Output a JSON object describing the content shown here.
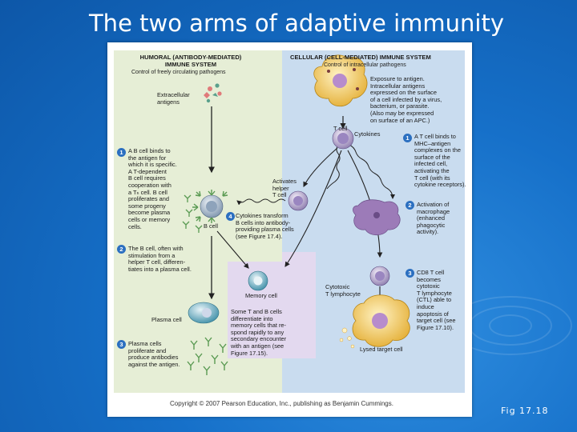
{
  "slide": {
    "title": "The two arms of adaptive immunity",
    "fig_label": "Fig 17.18"
  },
  "colors": {
    "background": "#1670c9",
    "humoral_panel": "#e6eed6",
    "cellular_panel": "#c9dcef",
    "memory_box": "#e3d9ef",
    "step_badge": "#2b6fc0"
  },
  "humoral": {
    "title": "HUMORAL (ANTIBODY-MEDIATED)\nIMMUNE SYSTEM",
    "subtitle": "Control of freely circulating pathogens",
    "extracellular": "Extracellular\nantigens",
    "step1_num": "1",
    "step1": "A B cell binds to\nthe antigen for\nwhich it is specific.\nA T-dependent\nB cell requires\ncooperation with\na Tₕ cell. B cell\nproliferates and\nsome progeny\nbecome plasma\ncells or memory\ncells.",
    "b_cell": "B cell",
    "step2_num": "2",
    "step2": "The B cell, often with\nstimulation from a\nhelper T cell, differen-\ntiates into a plasma cell.",
    "plasma_cell": "Plasma cell",
    "step3_num": "3",
    "step3": "Plasma cells\nproliferate and\nproduce antibodies\nagainst the antigen."
  },
  "cellular": {
    "title": "CELLULAR (CELL-MEDIATED) IMMUNE SYSTEM",
    "subtitle": "Control of intracellular pathogens",
    "exposure": "Exposure to antigen.\nIntracellular antigens\nexpressed on the surface\nof a cell infected by a virus,\nbacterium, or parasite.\n(Also may be expressed\non surface of an APC.)",
    "t_cell": "T cell",
    "step1_num": "1",
    "step1": "A T cell binds to\nMHC–antigen\ncomplexes on the\nsurface of the\ninfected cell,\nactivating the\nT cell (with its\ncytokine receptors).",
    "cytokines": "Cytokines",
    "activates": "Activates\nhelper\nT cell",
    "step2_num": "2",
    "step2": "Activation of\nmacrophage\n(enhanced\nphagocytic\nactivity).",
    "step4_num": "4",
    "step4": "Cytokines transform\nB cells into antibody-\nproviding plasma cells\n(see Figure 17.4).",
    "memory_cell": "Memory cell",
    "memory_text": "Some T and B cells\ndifferentiate into\nmemory cells that re-\nspond rapidly to any\nsecondary encounter\nwith an antigen (see\nFigure 17.15).",
    "cytotoxic": "Cytotoxic\nT lymphocyte",
    "step3_num": "3",
    "step3": "CD8 T cell\nbecomes\ncytotoxic\nT lymphocyte\n(CTL) able to\ninduce\napoptosis of\ntarget cell (see\nFigure 17.10).",
    "lysed": "Lysed target cell"
  },
  "copyright": "Copyright © 2007 Pearson Education, Inc., publishing as Benjamin Cummings."
}
